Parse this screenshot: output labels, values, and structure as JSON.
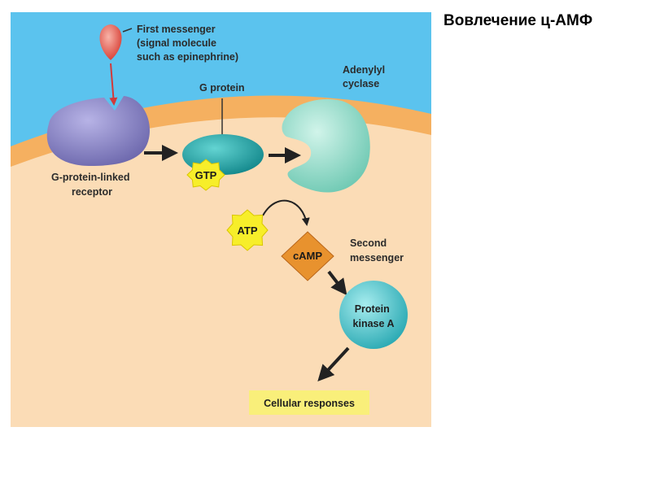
{
  "slide_title": "Вовлечение ц-АМФ",
  "labels": {
    "first_messenger": [
      "First messenger",
      "(signal molecule",
      "such as epinephrine)"
    ],
    "g_protein": "G protein",
    "adenylyl_cyclase": [
      "Adenylyl",
      "cyclase"
    ],
    "receptor": [
      "G-protein-linked",
      "receptor"
    ],
    "gtp": "GTP",
    "atp": "ATP",
    "camp": "cAMP",
    "second_messenger": [
      "Second",
      "messenger"
    ],
    "protein_kinase": [
      "Protein",
      "kinase A"
    ],
    "cellular_responses": "Cellular responses"
  },
  "colors": {
    "extracellular": "#5bc3ee",
    "membrane": "#f5b060",
    "cytoplasm": "#fbdcb6",
    "receptor": "#8b86c6",
    "g_protein": "#1fa3a5",
    "adenylyl_cyclase": "#8fdcc9",
    "protein_kinase": "#3ec0c8",
    "camp": "#e8922e",
    "starburst": "#f7ee2a",
    "responses_box": "#f9ef7a",
    "messenger": "#e8695f"
  }
}
